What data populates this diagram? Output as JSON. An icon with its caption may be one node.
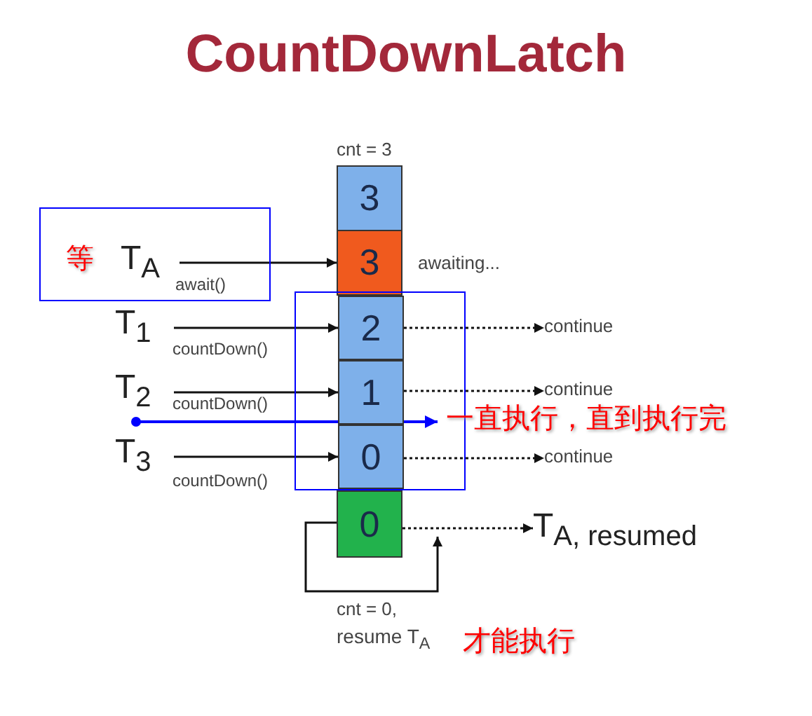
{
  "diagram": {
    "title": "CountDownLatch",
    "nodes": [
      {
        "text": [
          "等"
        ]
      },
      {
        "text": [
          "T$_{A}$"
        ],
        "in": 0
      },
      {
        "text": [
          "3"
        ],
        "beside": [
          "cnt = 3"
        ]
      },
      {
        "text": [
          "3"
        ],
        "beside": [
          "awaiting..."
        ]
      },
      {
        "text": [
          "2"
        ],
        "in": 15
      },
      {
        "text": [
          "1"
        ],
        "in": 15
      },
      {
        "text": [
          "0"
        ],
        "in": 15
      },
      {
        "text": [
          "0"
        ]
      },
      {
        "text": [
          "T$_{1}$"
        ]
      },
      {
        "text": [
          "T$_{2}$"
        ]
      },
      {
        "text": [
          "T$_{3}$"
        ]
      },
      {
        "text": [
          "continue"
        ]
      },
      {
        "text": [
          "continue"
        ]
      },
      {
        "text": [
          "continue"
        ]
      },
      {
        "text": [
          "T$_{A, resumed}$"
        ]
      },
      {
        "text": [],
        "shape": "box"
      },
      {
        "text": [
          "一直执行，直到执行完"
        ]
      }
    ],
    "edges": [
      {
        "from": 1,
        "to": 3,
        "arrow": "to",
        "label": "await()"
      },
      {
        "from": 8,
        "to": 4,
        "arrow": "to",
        "label": "countDown()"
      },
      {
        "from": 9,
        "to": 5,
        "arrow": "to",
        "label": "countDown()"
      },
      {
        "from": 10,
        "to": 6,
        "arrow": "to",
        "label": "countDown()"
      },
      {
        "from": 4,
        "to": 11,
        "arrow": "to",
        "style": "dashed"
      },
      {
        "from": 5,
        "to": 12,
        "arrow": "to",
        "style": "dashed"
      },
      {
        "from": 6,
        "to": 13,
        "arrow": "to",
        "style": "dashed"
      },
      {
        "from": 7,
        "to": 14,
        "arrow": "to",
        "style": "dashed"
      },
      {
        "from": 7,
        "to": null,
        "arrow": "to"
      },
      {
        "from": 9,
        "to": 16,
        "arrow": "to",
        "color": "#0000ff"
      }
    ],
    "labels": [
      "cnt = 0,",
      "resume T$_{A}$",
      "才能执行"
    ]
  }
}
